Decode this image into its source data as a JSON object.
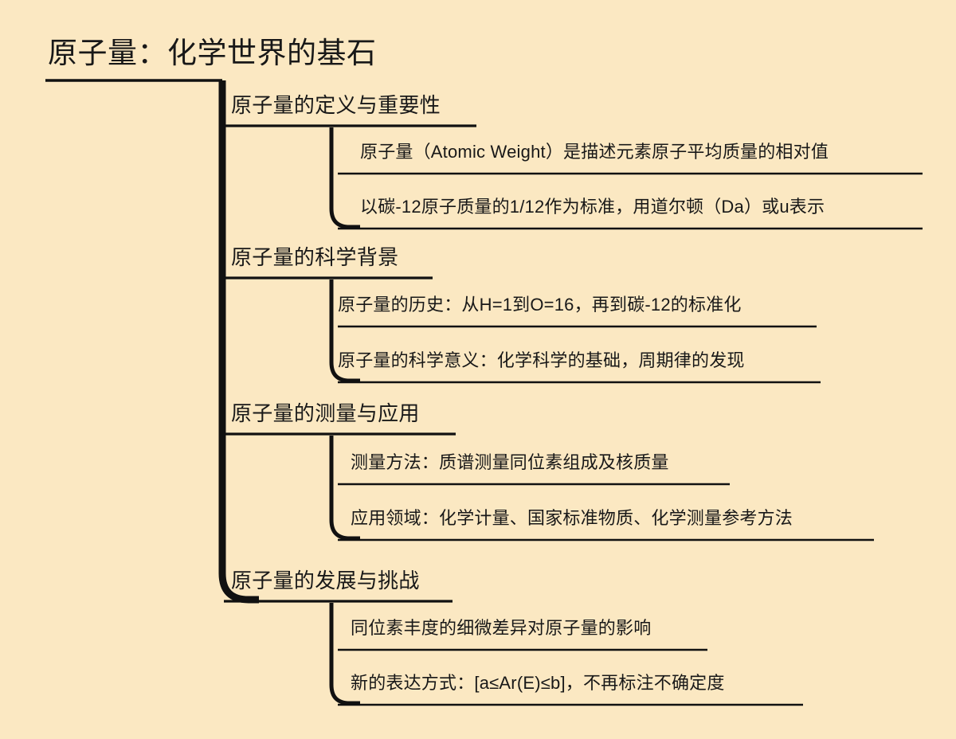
{
  "theme": {
    "background_color": "#fbe8c2",
    "text_color": "#181818",
    "line_color": "#111111"
  },
  "mindmap": {
    "root": {
      "label": "原子量：化学世界的基石"
    },
    "branches": [
      {
        "label": "原子量的定义与重要性",
        "children": [
          {
            "label": "原子量（Atomic Weight）是描述元素原子平均质量的相对值"
          },
          {
            "label": "以碳-12原子质量的1/12作为标准，用道尔顿（Da）或u表示"
          }
        ]
      },
      {
        "label": "原子量的科学背景",
        "children": [
          {
            "label": "原子量的历史：从H=1到O=16，再到碳-12的标准化"
          },
          {
            "label": "原子量的科学意义：化学科学的基础，周期律的发现"
          }
        ]
      },
      {
        "label": "原子量的测量与应用",
        "children": [
          {
            "label": "测量方法：质谱测量同位素组成及核质量"
          },
          {
            "label": "应用领域：化学计量、国家标准物质、化学测量参考方法"
          }
        ]
      },
      {
        "label": "原子量的发展与挑战",
        "children": [
          {
            "label": "同位素丰度的细微差异对原子量的影响"
          },
          {
            "label": "新的表达方式：[a≤Ar(E)≤b]，不再标注不确定度"
          }
        ]
      }
    ]
  }
}
